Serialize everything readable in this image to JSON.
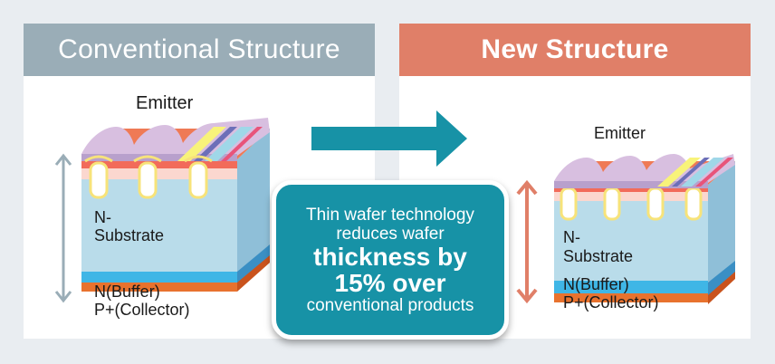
{
  "panels": {
    "conventional": {
      "title": "Conventional Structure",
      "emitter": "Emitter",
      "substrate_line1": "N-",
      "substrate_line2": "Substrate",
      "buffer": "N(Buffer)",
      "collector": "P+(Collector)"
    },
    "new": {
      "title": "New Structure",
      "emitter": "Emitter",
      "substrate_line1": "N-",
      "substrate_line2": "Substrate",
      "buffer": "N(Buffer)",
      "collector": "P+(Collector)"
    }
  },
  "callout": {
    "line1": "Thin wafer technology",
    "line2": "reduces wafer",
    "line3": "thickness by",
    "line4": "15% over",
    "line5": "conventional products"
  },
  "colors": {
    "conventional_header": "#9aadb7",
    "new_header": "#e07f68",
    "arrow": "#1792a6",
    "callout": "#1792a6",
    "thickness_arrow_left": "#9aadb7",
    "thickness_arrow_right": "#e07f68",
    "substrate": "#b9dcea",
    "buffer": "#3fb6e6",
    "collector": "#e8722e",
    "gate_top": "#d8bfe0"
  }
}
